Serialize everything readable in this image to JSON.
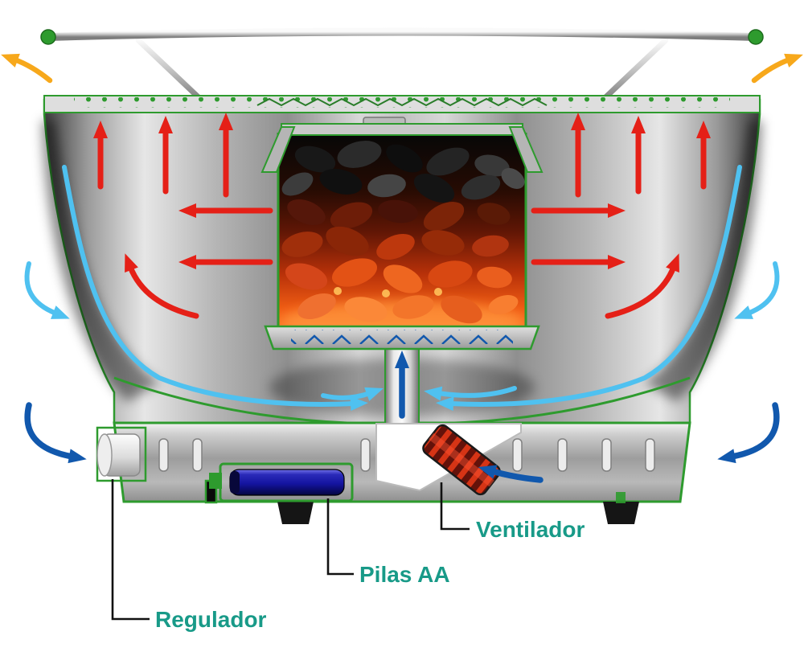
{
  "labels": {
    "ventilador": "Ventilador",
    "pilas_aa": "Pilas AA",
    "regulador": "Regulador"
  },
  "colors": {
    "label_text": "#189a88",
    "hot_air": "#e52017",
    "cool_air": "#4fc1f0",
    "intake_air": "#1158ad",
    "exhaust_air": "#f7a81b",
    "grill_green": "#2e9b2e",
    "battery_blue": "#1414a0",
    "ember_glow": "#ff7a28",
    "leader_line": "#111111"
  }
}
